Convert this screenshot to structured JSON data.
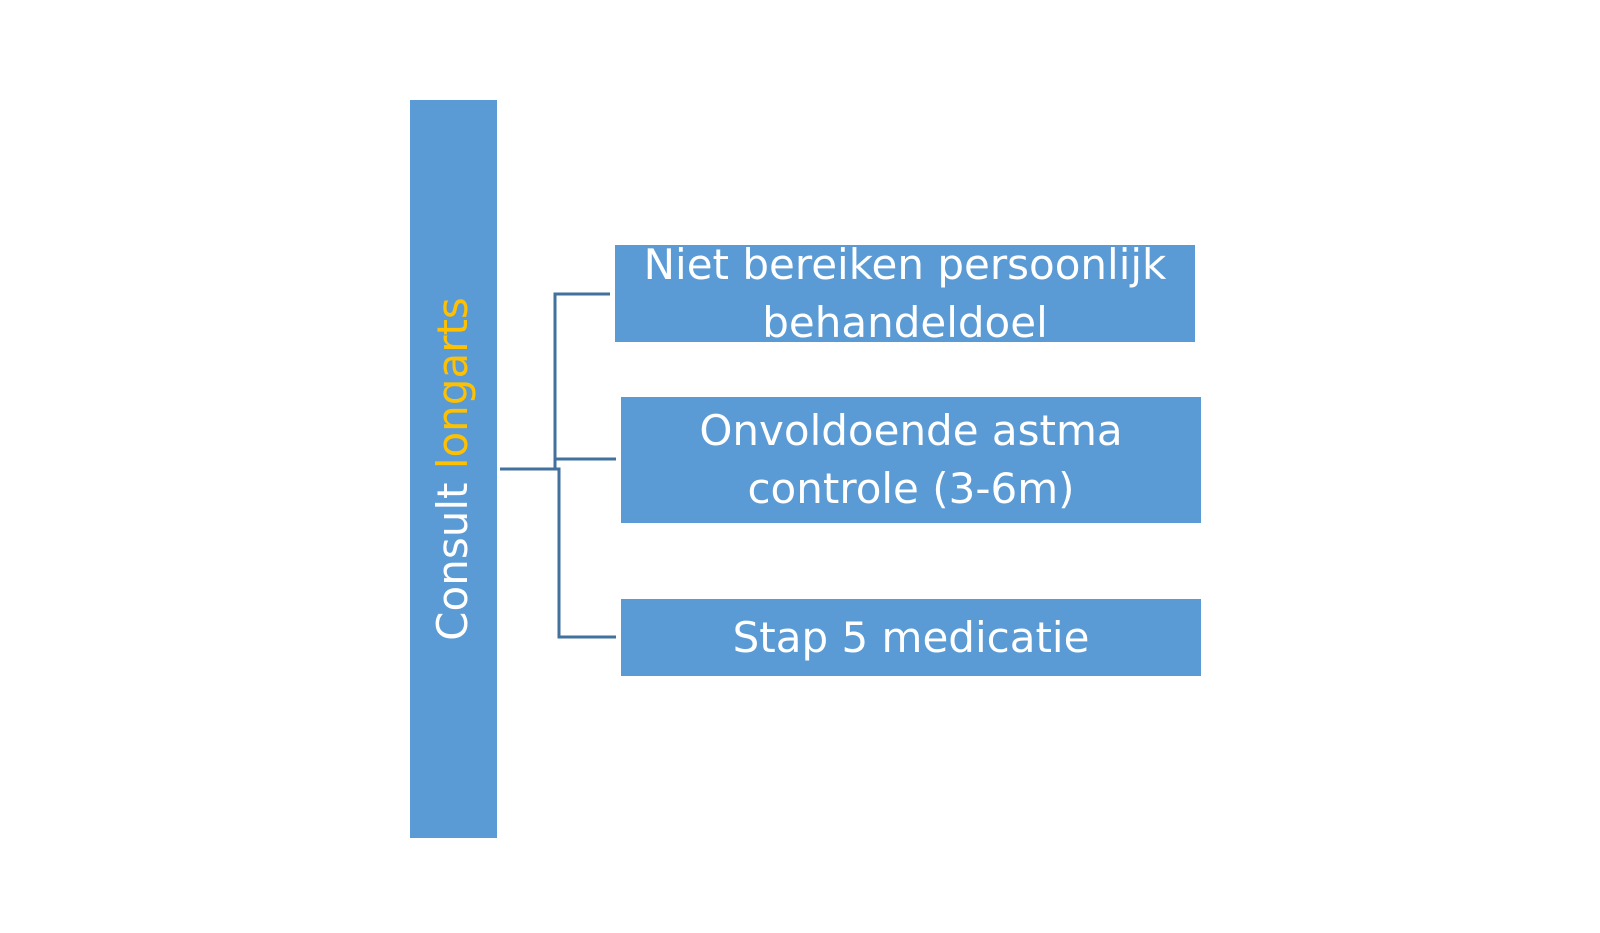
{
  "root": {
    "label_part1": "Consult ",
    "label_part2": "longarts",
    "fill_color": "#5b9bd5",
    "accent_color": "#ffc000"
  },
  "branches": [
    {
      "text": "Niet bereiken persoonlijk\nbehandeldoel"
    },
    {
      "text": "Onvoldoende astma\ncontrole (3-6m)"
    },
    {
      "text": "Stap 5 medicatie"
    }
  ],
  "connector_color": "#41719c"
}
